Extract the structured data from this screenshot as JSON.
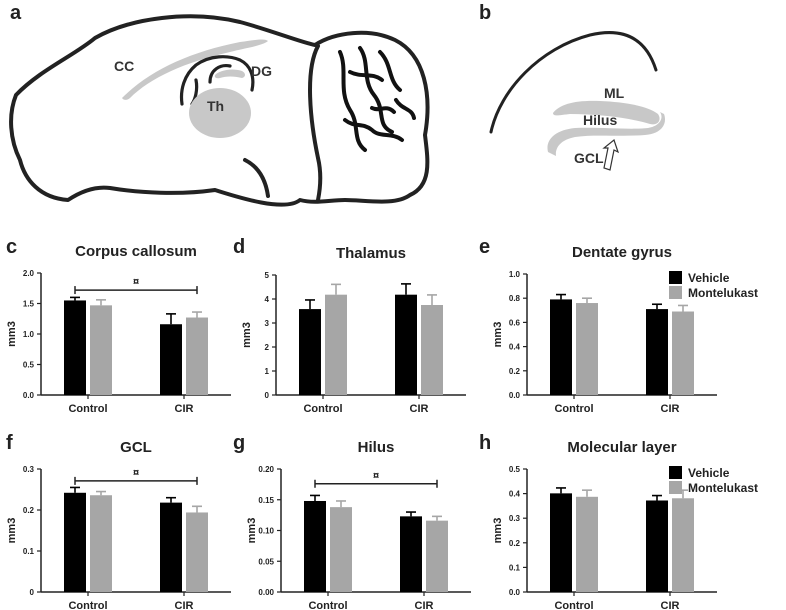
{
  "panels": {
    "a": "a",
    "b": "b",
    "c": "c",
    "d": "d",
    "e": "e",
    "f": "f",
    "g": "g",
    "h": "h"
  },
  "anatomy": {
    "sagittal": {
      "cc": "CC",
      "dg": "DG",
      "th": "Th"
    },
    "hippocampus": {
      "ml": "ML",
      "hilus": "Hilus",
      "gcl": "GCL"
    }
  },
  "colors": {
    "vehicle": "#000000",
    "montelukast": "#a6a6a6",
    "region": "#c8c8c8",
    "outline": "#222222"
  },
  "legend": {
    "vehicle": "Vehicle",
    "montelukast": "Montelukast"
  },
  "chart_data": [
    {
      "id": "c",
      "type": "bar",
      "title": "Corpus callosum",
      "ylabel": "mm3",
      "categories": [
        "Control",
        "CIR"
      ],
      "ylim": [
        0,
        2.0
      ],
      "yticks": [
        "0.0",
        "0.5",
        "1.0",
        "1.5",
        "2.0"
      ],
      "series": [
        {
          "name": "Vehicle",
          "values": [
            1.55,
            1.16
          ],
          "errors": [
            0.05,
            0.17
          ]
        },
        {
          "name": "Montelukast",
          "values": [
            1.47,
            1.27
          ],
          "errors": [
            0.09,
            0.09
          ]
        }
      ],
      "annotation": {
        "symbol": "¤",
        "value": 1.72
      }
    },
    {
      "id": "d",
      "type": "bar",
      "title": "Thalamus",
      "ylabel": "mm3",
      "categories": [
        "Control",
        "CIR"
      ],
      "ylim": [
        0,
        5
      ],
      "yticks": [
        "0",
        "1",
        "2",
        "3",
        "4",
        "5"
      ],
      "series": [
        {
          "name": "Vehicle",
          "values": [
            3.58,
            4.18
          ],
          "errors": [
            0.38,
            0.45
          ]
        },
        {
          "name": "Montelukast",
          "values": [
            4.18,
            3.75
          ],
          "errors": [
            0.43,
            0.42
          ]
        }
      ]
    },
    {
      "id": "e",
      "type": "bar",
      "title": "Dentate gyrus",
      "ylabel": "mm3",
      "categories": [
        "Control",
        "CIR"
      ],
      "ylim": [
        0,
        1.0
      ],
      "yticks": [
        "0.0",
        "0.2",
        "0.4",
        "0.6",
        "0.8",
        "1.0"
      ],
      "series": [
        {
          "name": "Vehicle",
          "values": [
            0.79,
            0.71
          ],
          "errors": [
            0.04,
            0.04
          ]
        },
        {
          "name": "Montelukast",
          "values": [
            0.76,
            0.69
          ],
          "errors": [
            0.04,
            0.05
          ]
        }
      ],
      "legend": true
    },
    {
      "id": "f",
      "type": "bar",
      "title": "GCL",
      "ylabel": "mm3",
      "categories": [
        "Control",
        "CIR"
      ],
      "ylim": [
        0,
        0.3
      ],
      "yticks": [
        "0",
        "0.1",
        "0.2",
        "0.3"
      ],
      "series": [
        {
          "name": "Vehicle",
          "values": [
            0.242,
            0.218
          ],
          "errors": [
            0.013,
            0.012
          ]
        },
        {
          "name": "Montelukast",
          "values": [
            0.236,
            0.194
          ],
          "errors": [
            0.009,
            0.015
          ]
        }
      ],
      "annotation": {
        "symbol": "¤",
        "value": 0.271
      }
    },
    {
      "id": "g",
      "type": "bar",
      "title": "Hilus",
      "ylabel": "mm3",
      "categories": [
        "Control",
        "CIR"
      ],
      "ylim": [
        0,
        0.2
      ],
      "yticks": [
        "0.00",
        "0.05",
        "0.10",
        "0.15",
        "0.20"
      ],
      "series": [
        {
          "name": "Vehicle",
          "values": [
            0.148,
            0.123
          ],
          "errors": [
            0.009,
            0.007
          ]
        },
        {
          "name": "Montelukast",
          "values": [
            0.138,
            0.116
          ],
          "errors": [
            0.01,
            0.007
          ]
        }
      ],
      "annotation": {
        "symbol": "¤",
        "value": 0.176
      }
    },
    {
      "id": "h",
      "type": "bar",
      "title": "Molecular layer",
      "ylabel": "mm3",
      "categories": [
        "Control",
        "CIR"
      ],
      "ylim": [
        0,
        0.5
      ],
      "yticks": [
        "0.0",
        "0.1",
        "0.2",
        "0.3",
        "0.4",
        "0.5"
      ],
      "series": [
        {
          "name": "Vehicle",
          "values": [
            0.401,
            0.372
          ],
          "errors": [
            0.022,
            0.02
          ]
        },
        {
          "name": "Montelukast",
          "values": [
            0.387,
            0.381
          ],
          "errors": [
            0.027,
            0.033
          ]
        }
      ],
      "legend": true
    }
  ]
}
